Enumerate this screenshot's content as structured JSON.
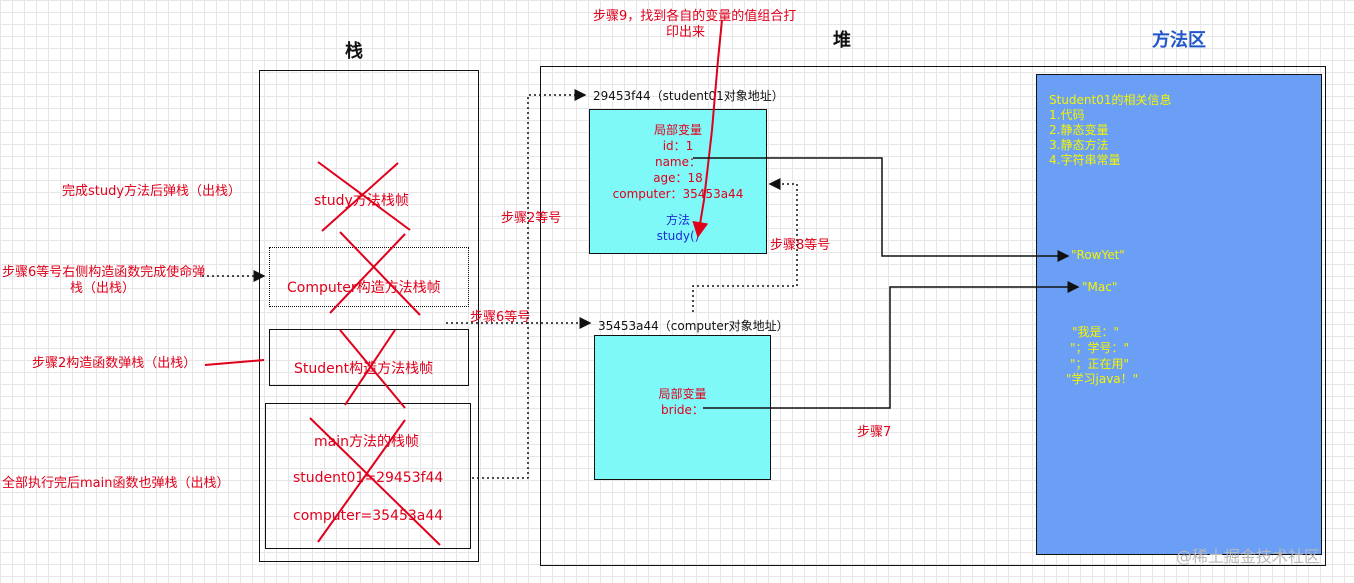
{
  "titles": {
    "stack": "栈",
    "heap": "堆",
    "method_area": "方法区"
  },
  "stack_frames": {
    "study": "study方法栈帧",
    "computer": "Computer构造方法栈帧",
    "student": "Student构造方法栈帧",
    "main_title": "main方法的栈帧",
    "main_student": "student01=29453f44",
    "main_computer": "computer=35453a44"
  },
  "notes": {
    "study_pop": "完成study方法后弹栈（出栈）",
    "step6_line1": "步骤6等号右侧构造函数完成使命弹",
    "step6_line2": "栈（出栈）",
    "step2_pop": "步骤2构造函数弹栈（出栈）",
    "main_pop": "全部执行完后main函数也弹栈（出栈）",
    "step9_line1": "步骤9，找到各自的变量的值组合打",
    "step9_line2": "印出来",
    "step2_eq": "步骤2等号",
    "step6_eq": "步骤6等号",
    "step8_eq": "步骤8等号",
    "step7": "步骤7"
  },
  "heap": {
    "student_addr": "29453f44（student01对象地址）",
    "student_obj": {
      "local_label": "局部变量",
      "id": "id：1",
      "name": "name：",
      "age": "age：18",
      "computer": "computer：35453a44",
      "method_label": "方法",
      "method": "study()"
    },
    "computer_addr": "35453a44（computer对象地址）",
    "computer_obj": {
      "local_label": "局部变量",
      "bride": "bride："
    }
  },
  "method_area": {
    "header": "Student01的相关信息",
    "items": [
      "1.代码",
      "2.静态变量",
      "3.静态方法",
      "4.字符串常量"
    ],
    "rowyet": "\"RowYet\"",
    "mac": "\"Mac\"",
    "strings": [
      "\"我是：\"",
      "\"；学号：\"",
      "\"；正在用\"",
      "\"学习java！\""
    ]
  },
  "watermark": "@稀土掘金技术社区",
  "colors": {
    "red": "#e0001b",
    "cyan": "#7ff8f8",
    "method_area": "#6a9ff5",
    "yellow": "#f5f500"
  }
}
